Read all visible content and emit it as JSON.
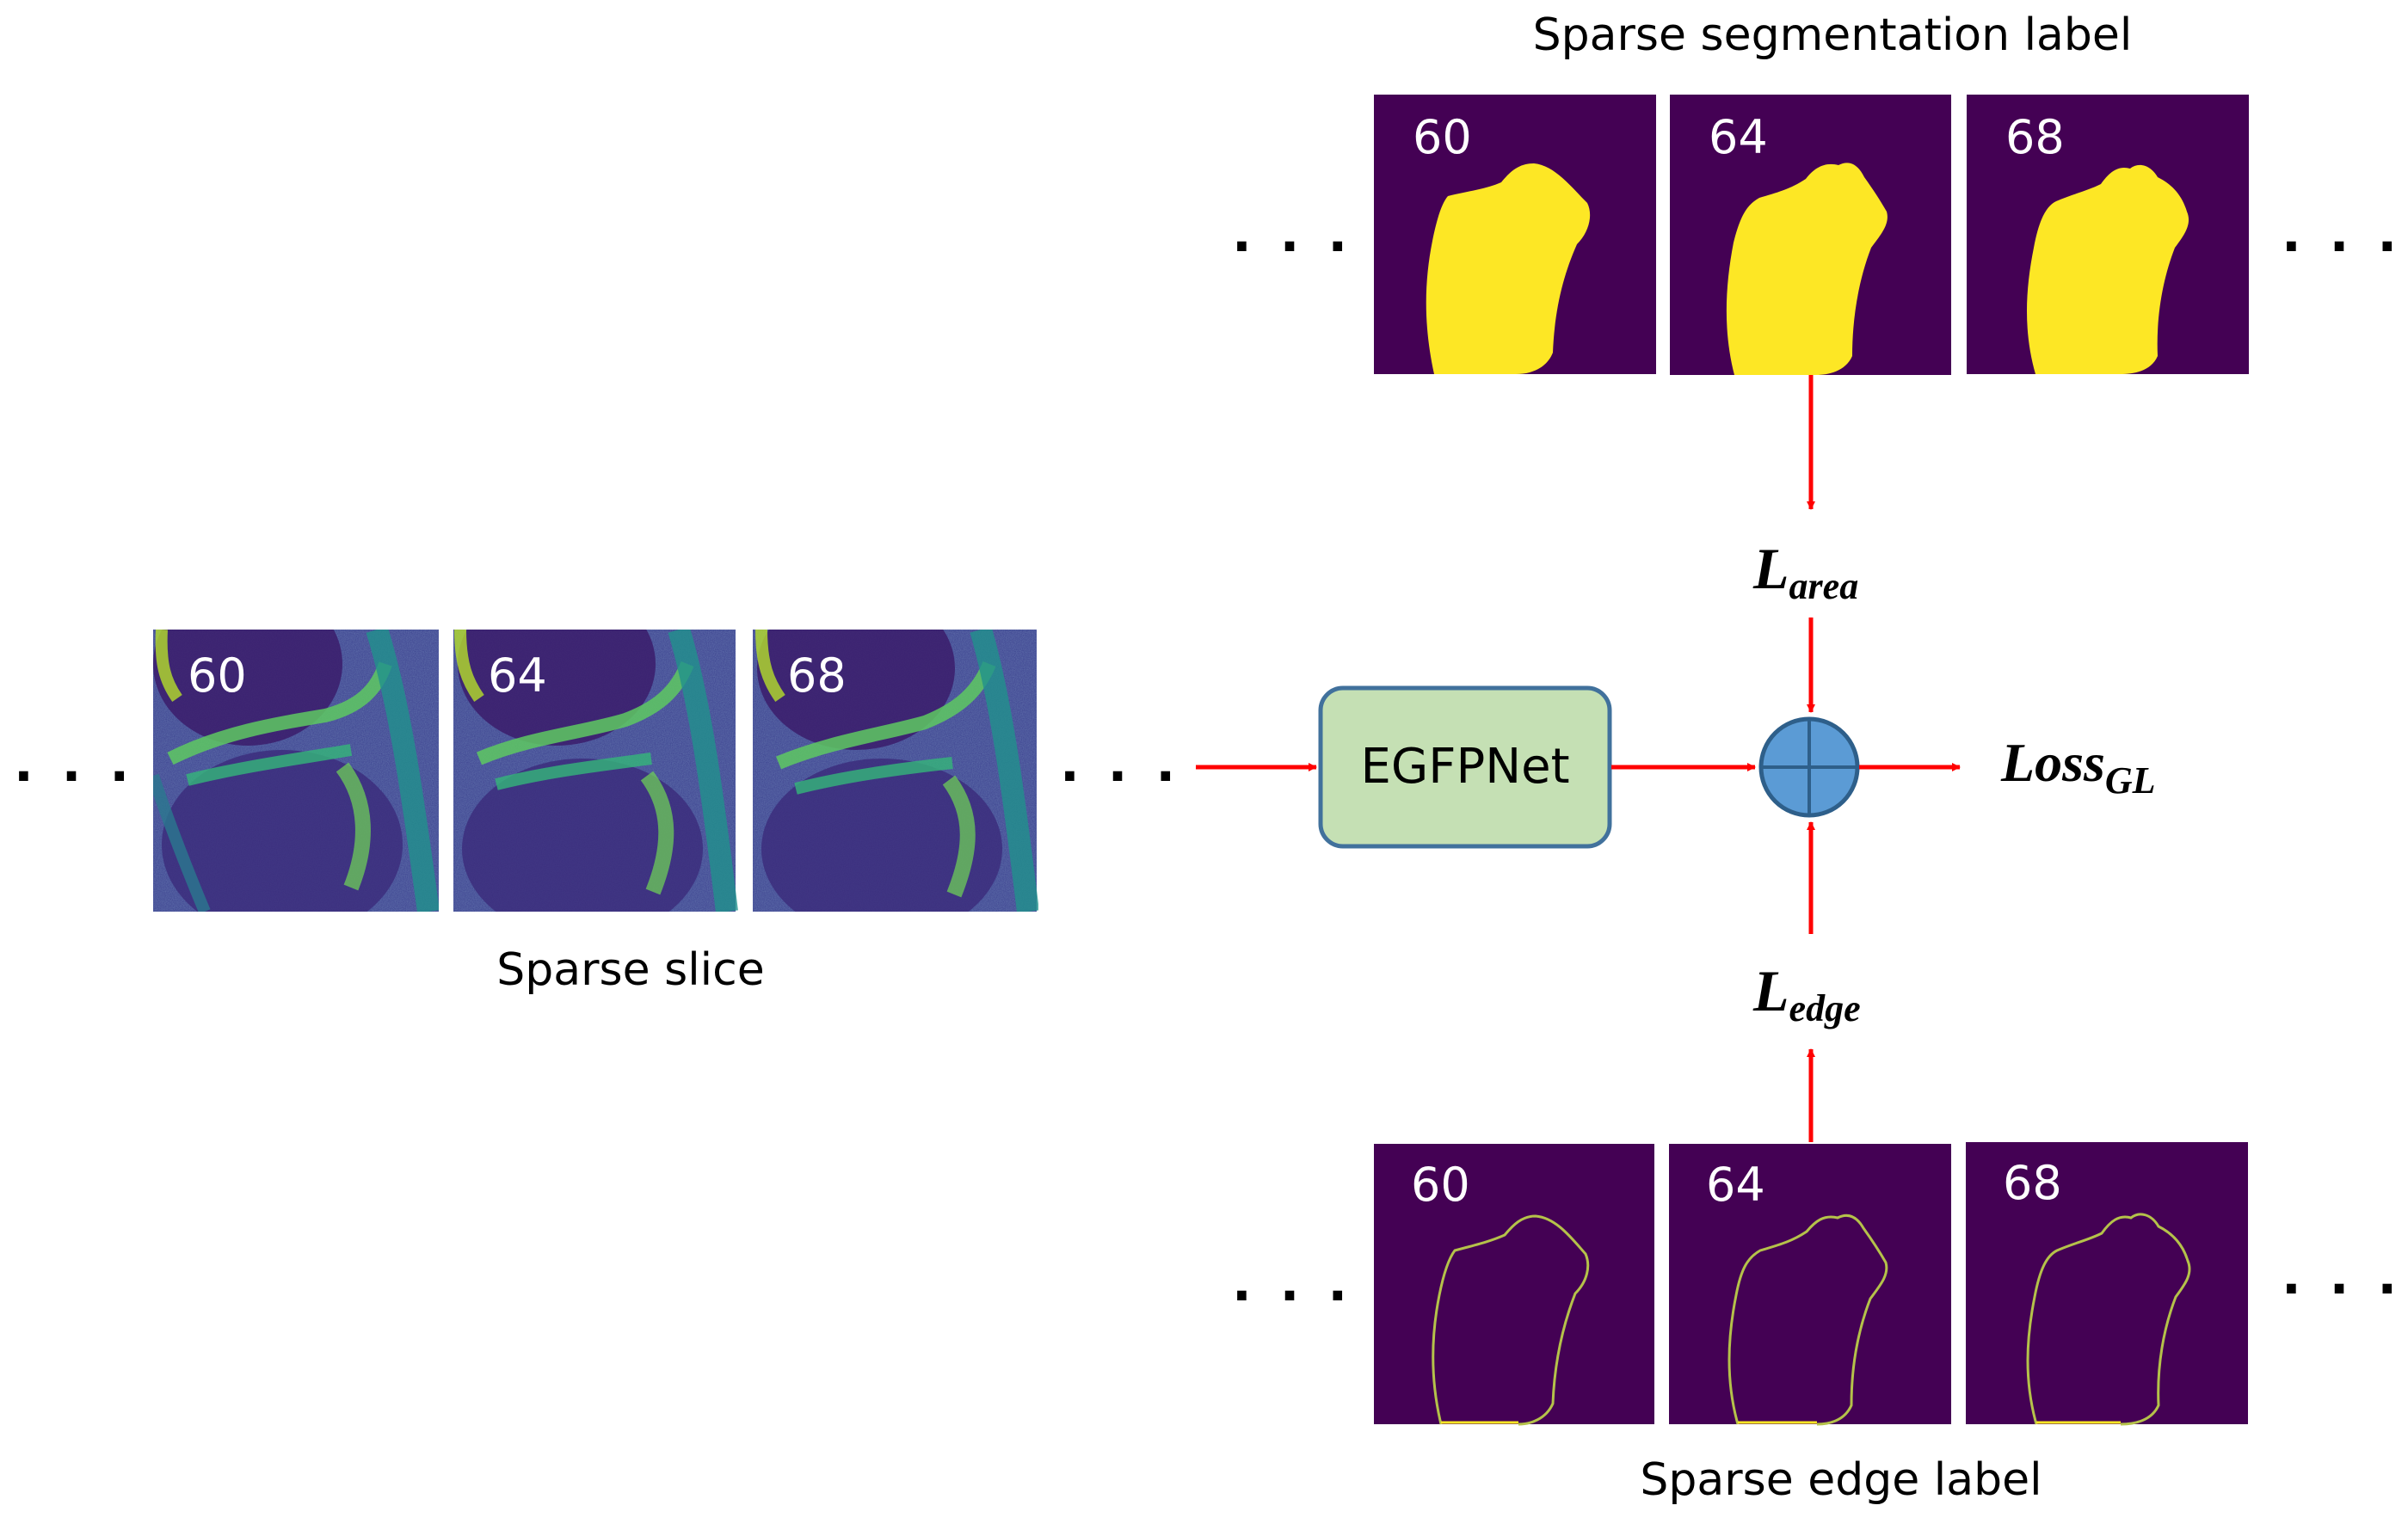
{
  "labels": {
    "seg_title": "Sparse segmentation label",
    "edge_title": "Sparse edge label",
    "slice_title": "Sparse slice",
    "net_name": "EGFPNet",
    "l_area_main": "L",
    "l_area_sub": "area",
    "l_edge_main": "L",
    "l_edge_sub": "edge",
    "loss_main": "Loss",
    "loss_sub": "GL",
    "ellipsis": ". . ."
  },
  "slices": [
    {
      "num": "60"
    },
    {
      "num": "64"
    },
    {
      "num": "68"
    }
  ],
  "colors": {
    "panel_bg": "#440154",
    "mask_fill": "#fde725",
    "edge_line": "#b5c24a",
    "arrow": "#ff0000",
    "net_fill": "#c5e0b4",
    "net_stroke": "#41719c",
    "plus_fill": "#5b9bd5",
    "plus_stroke": "#2e5f8a"
  }
}
